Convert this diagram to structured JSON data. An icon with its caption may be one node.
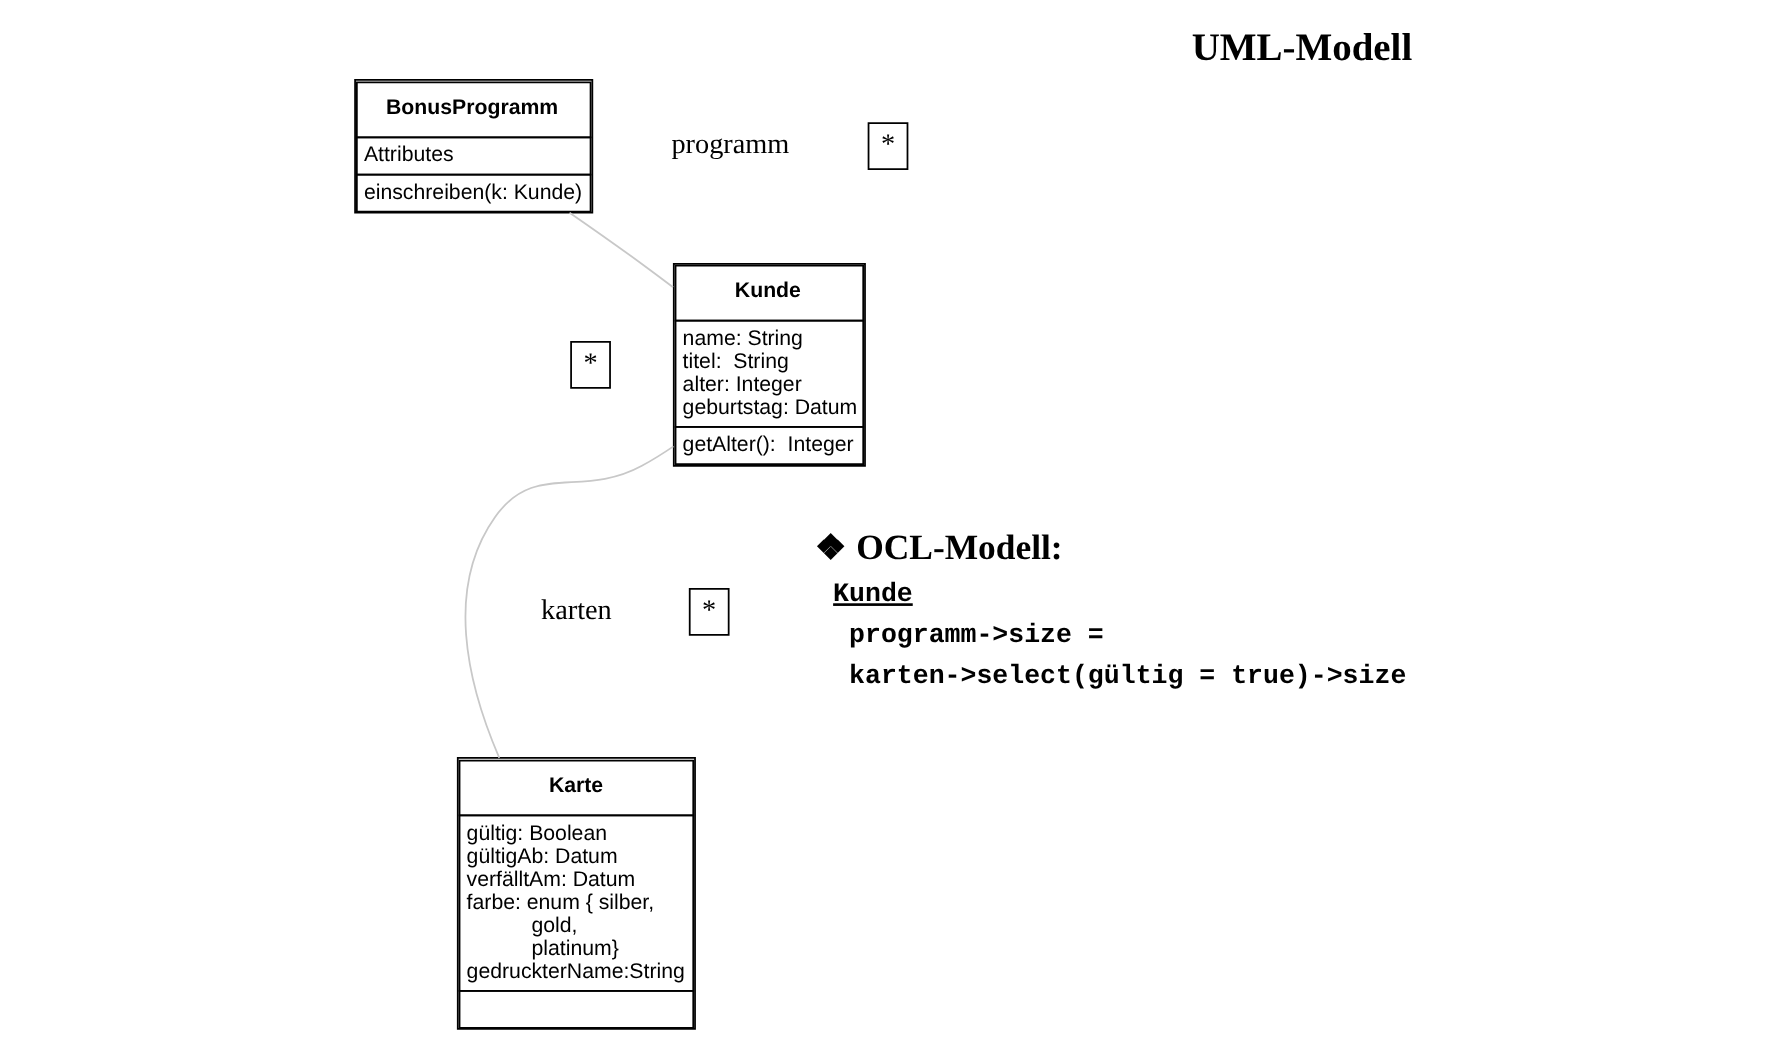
{
  "diagram": {
    "title": "UML-Modell",
    "nodes": [
      {
        "text": [
          "BonusProgramm",
          "Attributes",
          "einschreiben(k: Kunde)"
        ]
      },
      {
        "text": [
          "Kunde",
          "name: String",
          "titel:  String",
          "alter: Integer",
          "geburtstag: Datum",
          "getAlter():  Integer"
        ]
      },
      {
        "text": [
          "Karte",
          "gültig: Boolean",
          "gültigAb: Datum",
          "verfälltAm: Datum",
          "farbe: enum { silber, gold, platinum}",
          "gedruckterName:String"
        ]
      }
    ],
    "edges": [
      {
        "from": 0,
        "to": 1,
        "arrow": "none"
      },
      {
        "from": 1,
        "to": 2,
        "arrow": "none"
      }
    ],
    "labels": [
      "programm",
      "*",
      "*",
      "*",
      "karten",
      "❖ OCL-Modell:",
      "Kunde",
      "programm->size =",
      "karten->select(gültig = true)->size"
    ]
  }
}
